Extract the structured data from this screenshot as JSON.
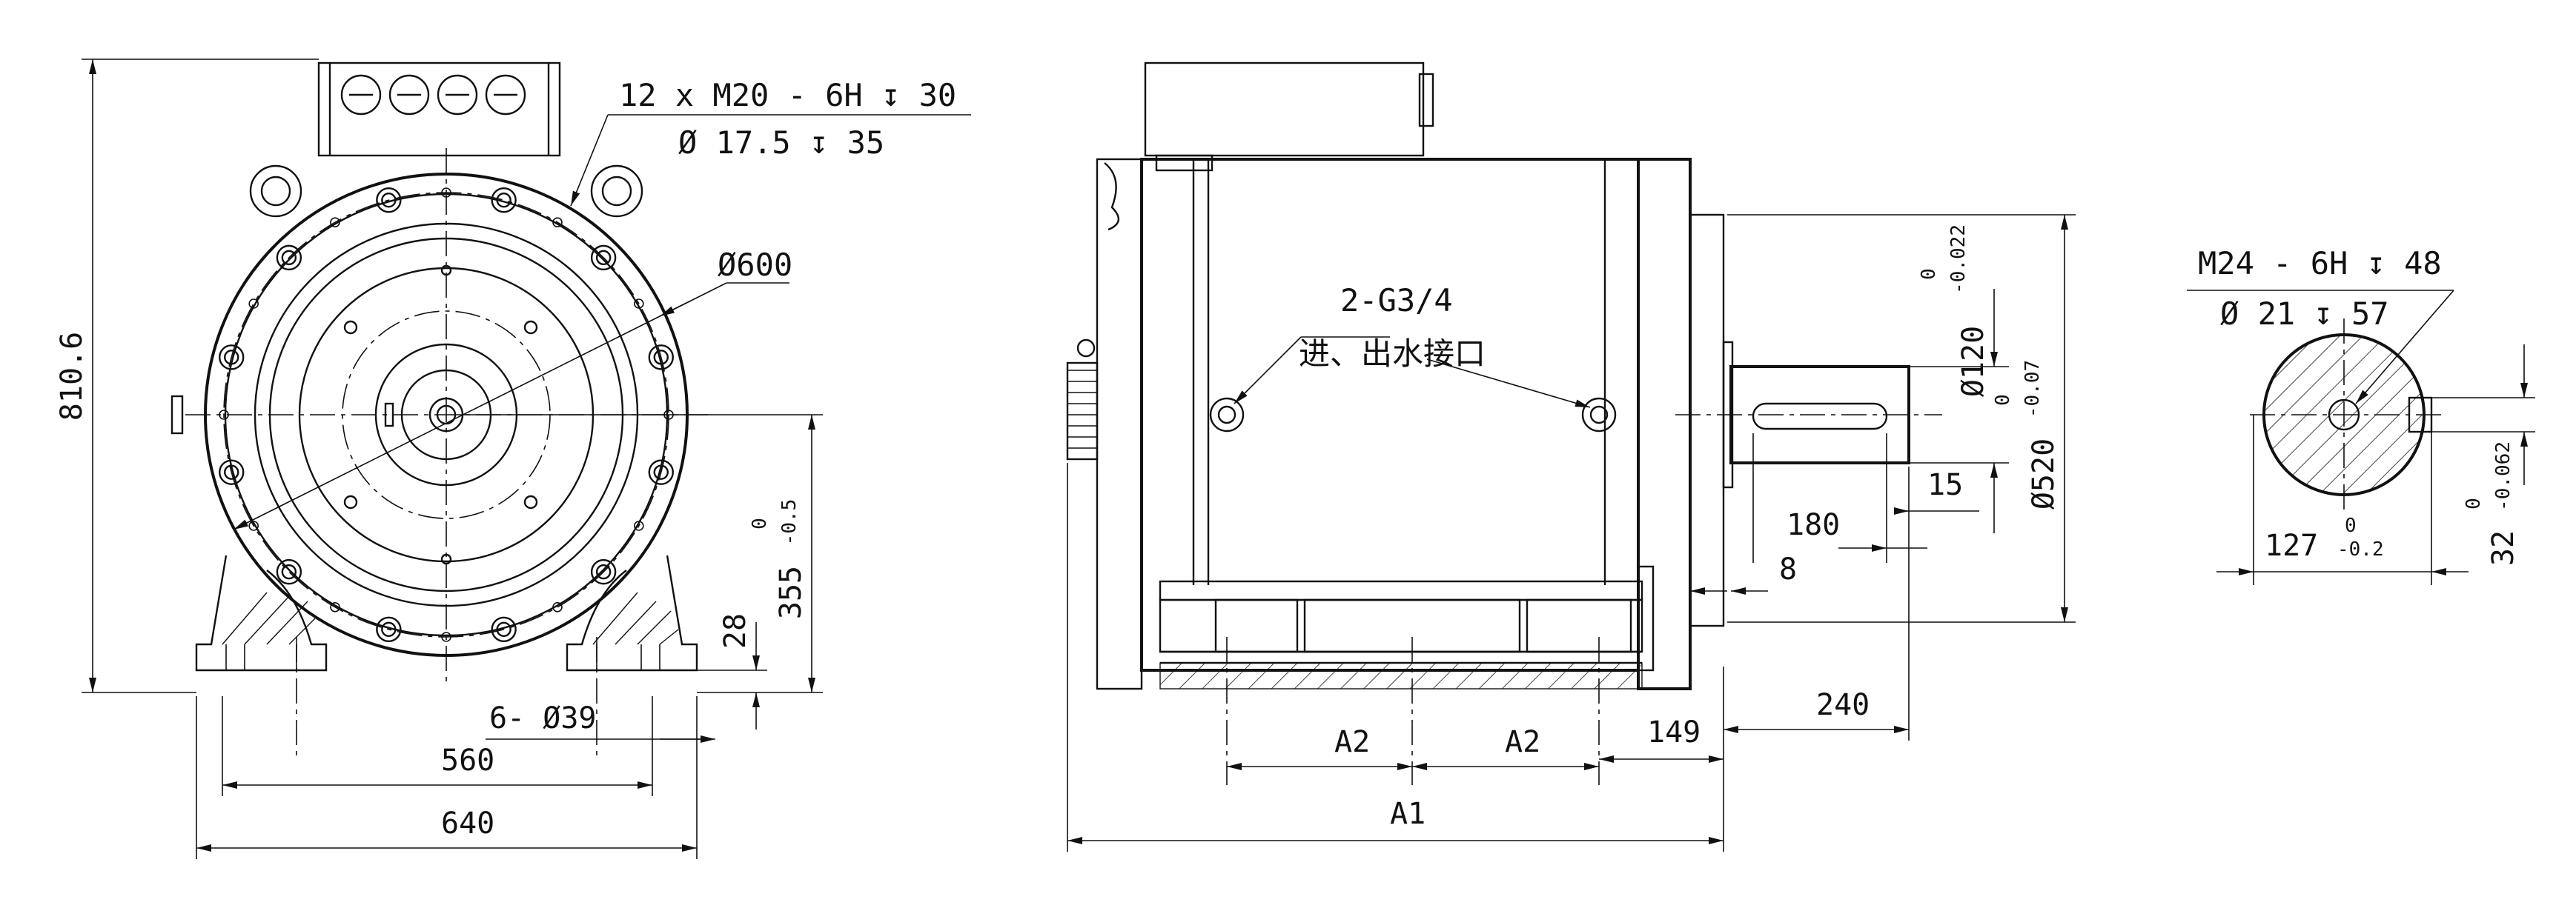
{
  "front_view": {
    "thread_note_line1": "12 x  M20 - 6H ↧ 30",
    "thread_note_line2": "Ø 17.5 ↧ 35",
    "flange_diameter": "Ø600",
    "overall_height": "810.6",
    "shaft_height": "355",
    "shaft_height_tol_upper": "0",
    "shaft_height_tol_lower": "-0.5",
    "foot_thickness": "28",
    "foot_holes": "6- Ø39",
    "foot_hole_spacing": "560",
    "foot_width": "640"
  },
  "side_view": {
    "port_label": "2-G3/4",
    "port_desc": "进、出水接口",
    "shaft_diameter": "Ø120",
    "shaft_dia_tol_upper": "0",
    "shaft_dia_tol_lower": "-0.022",
    "spigot_diameter": "Ø520",
    "spigot_tol_upper": "0",
    "spigot_tol_lower": "-0.07",
    "shoulder": "15",
    "key_length": "180",
    "key_offset": "8",
    "shaft_length": "240",
    "foot_to_shoulder": "149",
    "foot_pitch_a": "A2",
    "foot_pitch_b": "A2",
    "overall_length": "A1"
  },
  "shaft_end_view": {
    "thread_note_line1": "M24 - 6H ↧ 48",
    "thread_note_line2": "Ø 21 ↧ 57",
    "key_height": "127",
    "key_height_tol_upper": "0",
    "key_height_tol_lower": "-0.2",
    "key_width": "32",
    "key_width_tol_upper": "0",
    "key_width_tol_lower": "-0.062"
  }
}
